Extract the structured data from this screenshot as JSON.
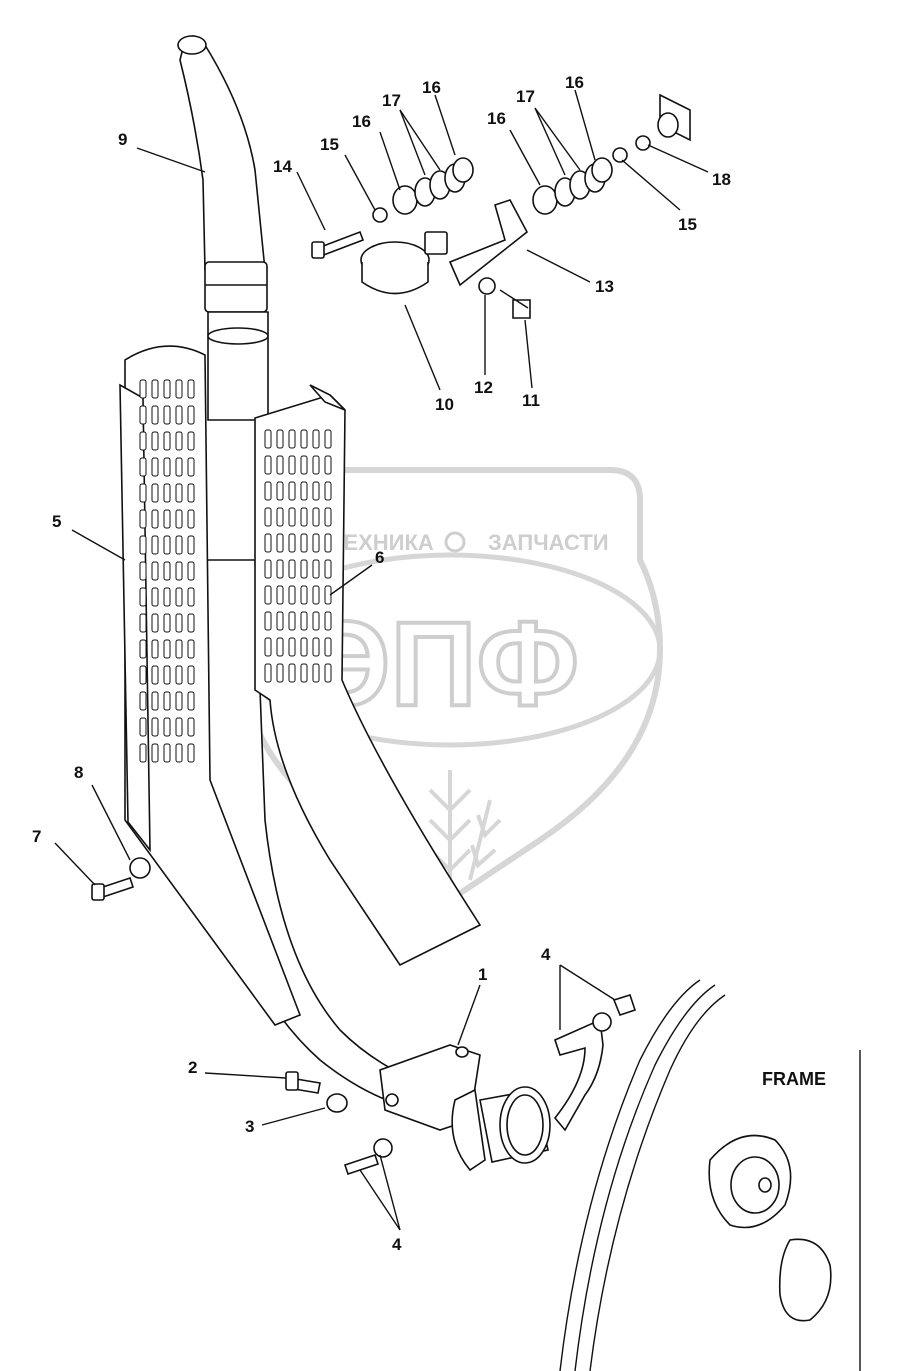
{
  "frame_label": "FRAME",
  "watermark": {
    "left_text": "ТЕХНИКА",
    "right_text": "ЗАПЧАСТИ",
    "logo_text": "ЭПФ"
  },
  "callouts": [
    {
      "id": "c1",
      "label": "1"
    },
    {
      "id": "c2",
      "label": "2"
    },
    {
      "id": "c3",
      "label": "3"
    },
    {
      "id": "c4a",
      "label": "4"
    },
    {
      "id": "c4b",
      "label": "4"
    },
    {
      "id": "c5",
      "label": "5"
    },
    {
      "id": "c6",
      "label": "6"
    },
    {
      "id": "c7",
      "label": "7"
    },
    {
      "id": "c8",
      "label": "8"
    },
    {
      "id": "c9",
      "label": "9"
    },
    {
      "id": "c10",
      "label": "10"
    },
    {
      "id": "c11",
      "label": "11"
    },
    {
      "id": "c12",
      "label": "12"
    },
    {
      "id": "c13",
      "label": "13"
    },
    {
      "id": "c14",
      "label": "14"
    },
    {
      "id": "c15a",
      "label": "15"
    },
    {
      "id": "c15b",
      "label": "15"
    },
    {
      "id": "c16a",
      "label": "16"
    },
    {
      "id": "c16b",
      "label": "16"
    },
    {
      "id": "c16c",
      "label": "16"
    },
    {
      "id": "c16d",
      "label": "16"
    },
    {
      "id": "c17a",
      "label": "17"
    },
    {
      "id": "c17b",
      "label": "17"
    },
    {
      "id": "c18",
      "label": "18"
    }
  ]
}
